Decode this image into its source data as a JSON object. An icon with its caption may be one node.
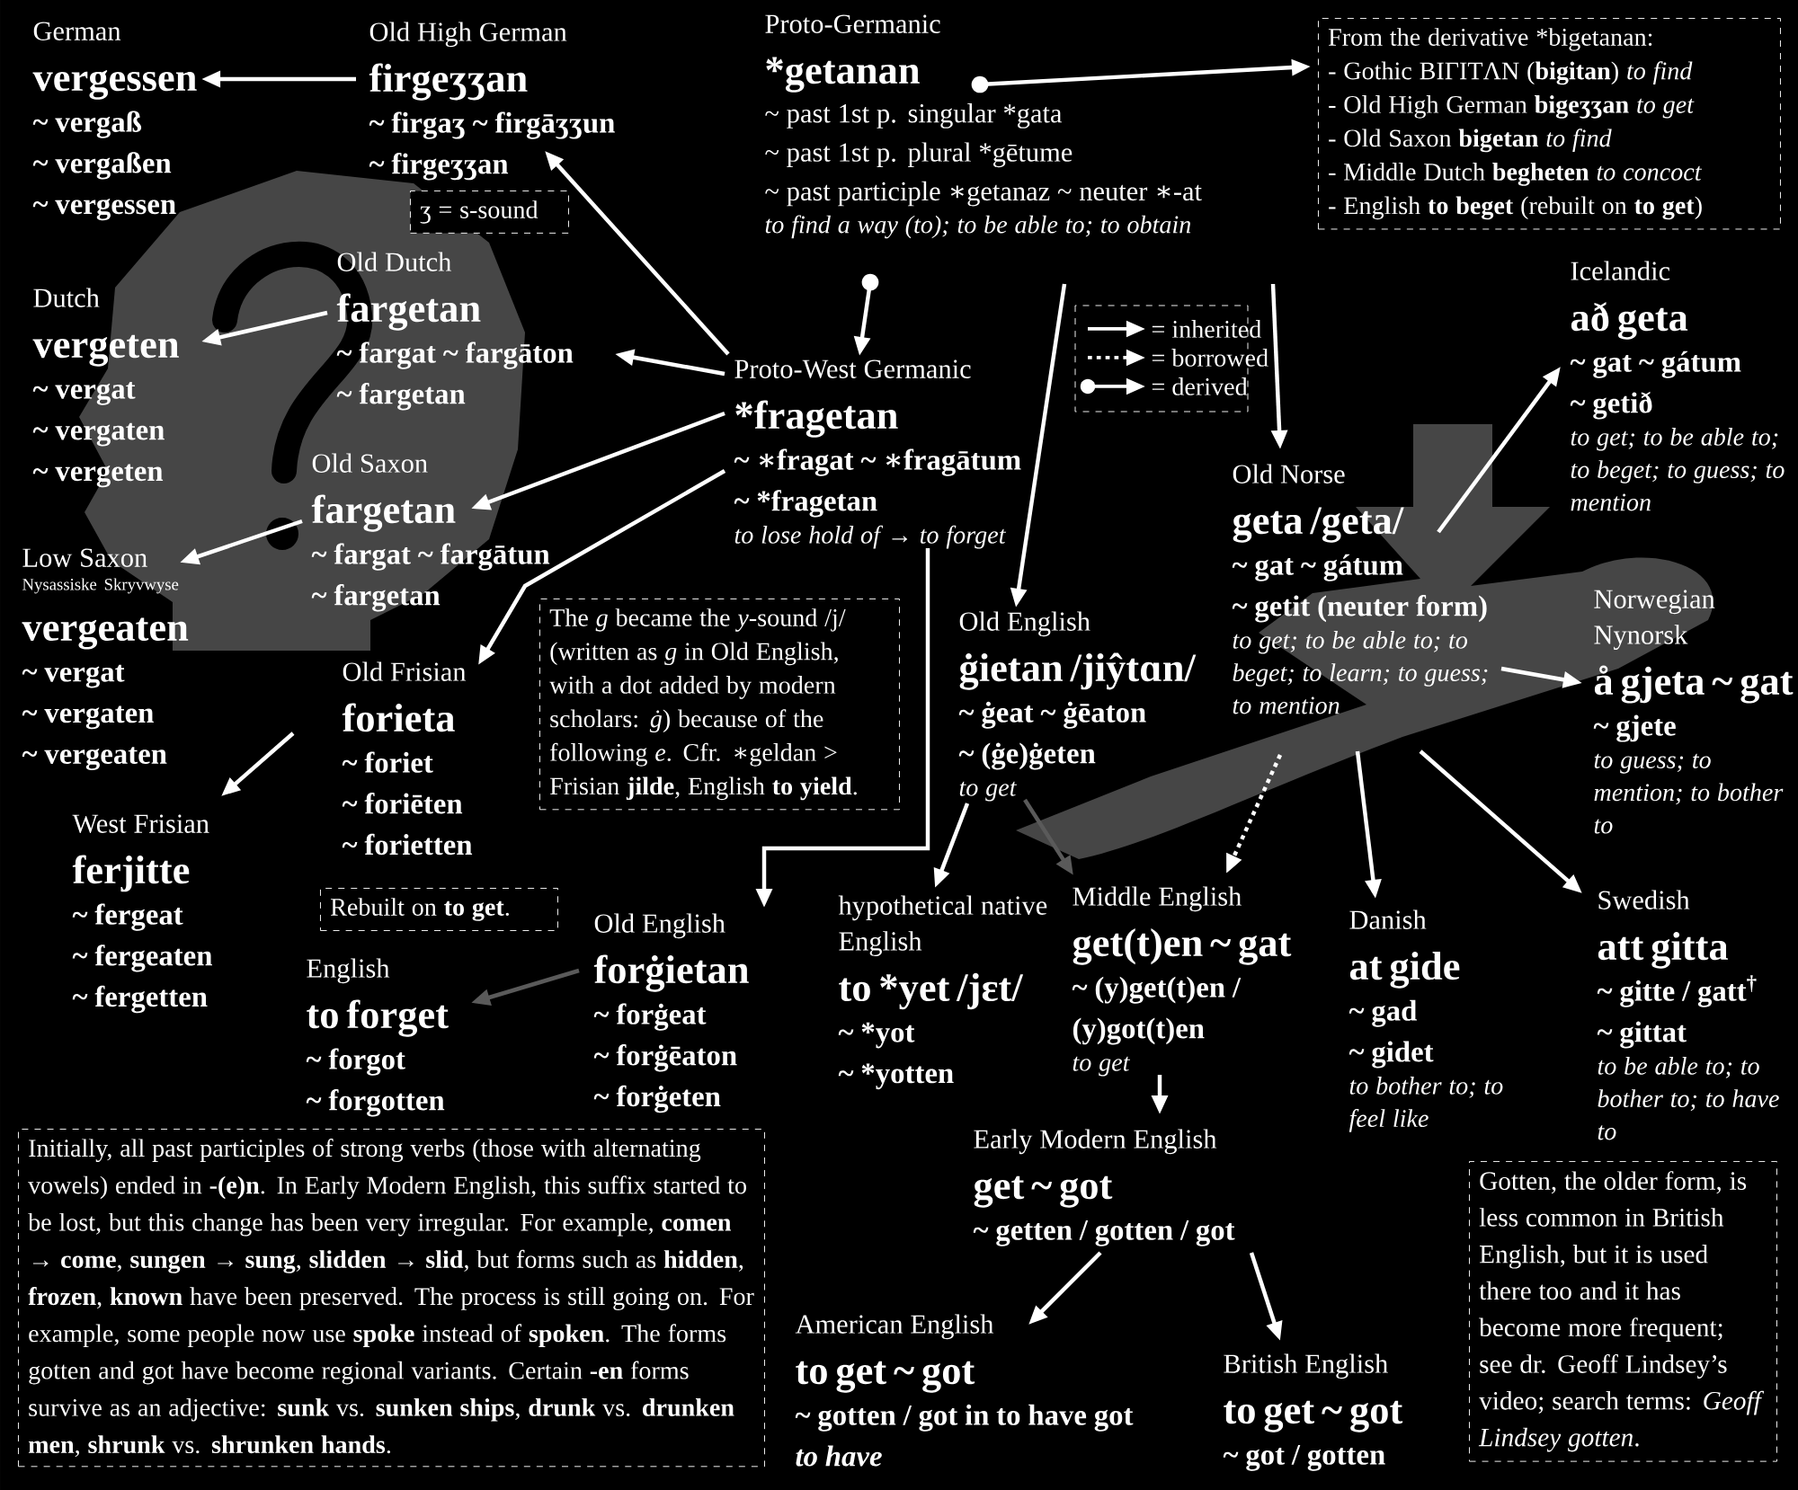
{
  "diagram": {
    "nodes": [
      {
        "text": [
          "German",
          "vergessen",
          "~ vergaß",
          "~ vergaßen",
          "~ vergessen"
        ]
      },
      {
        "text": [
          "Old High German",
          "firgeʒʒan",
          "~ firgaʒ ~ firgāʒʒun",
          "~ firgeʒʒan"
        ]
      },
      {
        "text": [
          "Proto-Germanic",
          "*getanan",
          "~ past 1st p. singular *gata",
          "~ past 1st p. plural *gētume",
          "~ past participle ∗getanaz ~ neuter ∗-at",
          "to find a way (to); to be able to; to obtain"
        ]
      },
      {
        "text": [
          "From the derivative *bigetanan:",
          "- Gothic BIΓITΛN (**bigitan**) *to find*",
          "- Old High German **bigeʒʒan** *to get*",
          "- Old Saxon **bigetan** *to find*",
          "- Middle Dutch **begheten** *to concoct*",
          "- English **to beget** (rebuilt on **to get**)"
        ]
      },
      {
        "text": [
          "ʒ = s-sound"
        ]
      },
      {
        "text": [
          "Old Dutch",
          "fargetan",
          "~ fargat ~ fargāton",
          "~ fargetan"
        ]
      },
      {
        "text": [
          "Dutch",
          "vergeten",
          "~ vergat",
          "~ vergaten",
          "~ vergeten"
        ]
      },
      {
        "text": [
          "Proto-West Germanic",
          "*fragetan",
          "~ ∗fragat ~ ∗fragātum",
          "~ *fragetan",
          "to lose hold of → to forget"
        ]
      },
      {
        "text": [
          "Old Saxon",
          "fargetan",
          "~ fargat ~ fargātun",
          "~ fargetan"
        ]
      },
      {
        "text": [
          "Icelandic",
          "að geta",
          "~ gat ~ gátum",
          "~ getið",
          "to get; to be able to; to beget; to guess; to mention"
        ]
      },
      {
        "text": [
          "Old Norse",
          "geta /geta/",
          "~ gat ~ gátum",
          "~ getit (neuter form)",
          "to get; to be able to; to beget; to learn; to guess; to mention"
        ]
      },
      {
        "text": [
          "Low Saxon",
          "Nysassiske Skryvwyse",
          "vergeaten",
          "~ vergat",
          "~ vergaten",
          "~ vergeaten"
        ]
      },
      {
        "text": [
          "The *g* became the *y*-sound /j/ (written as *g* in Old English, with a dot added by modern scholars: *ġ*) because of the following *e*. Cfr. ∗geldan > Frisian **jilde**, English **to yield**."
        ]
      },
      {
        "text": [
          "Old English",
          "ġietan /jiŷtɑn/",
          "~ ġeat ~ ġēaton",
          "~ (ġe)ġeten",
          "to get"
        ]
      },
      {
        "text": [
          "Norwegian Nynorsk",
          "å gjeta ~ gat",
          "~ gjete",
          "to guess; to mention; to bother to"
        ]
      },
      {
        "text": [
          "Old Frisian",
          "forieta",
          "~ foriet",
          "~ foriēten",
          "~ forietten"
        ]
      },
      {
        "text": [
          "West Frisian",
          "ferjitte",
          "~ fergeat",
          "~ fergeaten",
          "~ fergetten"
        ]
      },
      {
        "text": [
          "Rebuilt on **to get**."
        ]
      },
      {
        "text": [
          "hypothetical native English",
          "to *yet /jɛt/",
          "~ *yot",
          "~ *yotten"
        ]
      },
      {
        "text": [
          "Middle English",
          "get(t)en ~ gat",
          "~ (y)get(t)en / (y)got(t)en",
          "to get"
        ]
      },
      {
        "text": [
          "Danish",
          "at gide",
          "~ gad",
          "~ gidet",
          "to bother to; to feel like"
        ]
      },
      {
        "text": [
          "Swedish",
          "att gitta",
          "~ gitte / gatt$^{†}$",
          "~ gittat",
          "to be able to; to bother to; to have to"
        ]
      },
      {
        "text": [
          "Old English",
          "forġietan",
          "~ forġeat",
          "~ forġēaton",
          "~ forġeten"
        ]
      },
      {
        "text": [
          "English",
          "to forget",
          "~ forgot",
          "~ forgotten"
        ]
      },
      {
        "text": [
          "Initially, all past participles of strong verbs (those with alternating vowels) ended in **-(e)n**. In Early Modern English, this suffix started to be lost, but this change has been very irregular. For example, **comen** → **come**, **sungen** → **sung**, **slidden** → **slid**, but forms such as **hidden**, **frozen**, **known** have been preserved. The process is still going on. For example, some people now use **spoke** instead of **spoken**. The forms gotten and got have become regional variants. Certain **-en** forms survive as an adjective: **sunk** vs. **sunken ships**, **drunk** vs. **drunken men**, **shrunk** vs. **shrunken hands**."
        ]
      },
      {
        "text": [
          "Early Modern English",
          "get ~ got",
          "~ getten / gotten / got"
        ]
      },
      {
        "text": [
          "Gotten, the older form, is less common in British English, but it is used there too and it has become more frequent; see dr. Geoff Lindsey’s video; search terms: *Geoff Lindsey gotten*."
        ]
      },
      {
        "text": [
          "American English",
          "to get ~ got",
          "~ gotten / got in **to have** got *to have*"
        ]
      },
      {
        "text": [
          "British English",
          "to get ~ got",
          "~ got / gotten"
        ]
      }
    ],
    "edges": [
      {
        "from": 2,
        "to": 7,
        "arrow": "to"
      },
      {
        "from": 2,
        "to": 3,
        "arrow": "to"
      },
      {
        "from": 7,
        "to": 1,
        "arrow": "to"
      },
      {
        "from": 1,
        "to": 0,
        "arrow": "to"
      },
      {
        "from": 7,
        "to": 5,
        "arrow": "to"
      },
      {
        "from": 5,
        "to": 6,
        "arrow": "to"
      },
      {
        "from": 7,
        "to": 8,
        "arrow": "to"
      },
      {
        "from": 8,
        "to": 11,
        "arrow": "to"
      },
      {
        "from": 7,
        "to": 15,
        "arrow": "to"
      },
      {
        "from": 15,
        "to": 16,
        "arrow": "to"
      },
      {
        "from": 7,
        "to": 22,
        "arrow": "to"
      },
      {
        "from": 22,
        "to": 23,
        "arrow": "to",
        "color": "#5a5a5a"
      },
      {
        "from": 2,
        "to": 13,
        "arrow": "to"
      },
      {
        "from": 2,
        "to": 10,
        "arrow": "to"
      },
      {
        "from": 10,
        "to": 9,
        "arrow": "to"
      },
      {
        "from": 10,
        "to": 14,
        "arrow": "to"
      },
      {
        "from": 10,
        "to": 20,
        "arrow": "to"
      },
      {
        "from": 10,
        "to": 21,
        "arrow": "to"
      },
      {
        "from": 10,
        "to": 19,
        "arrow": "to",
        "style": "dashed"
      },
      {
        "from": 13,
        "to": 18,
        "arrow": "to"
      },
      {
        "from": 13,
        "to": 19,
        "arrow": "to",
        "color": "#5a5a5a"
      },
      {
        "from": 19,
        "to": 25,
        "arrow": "to"
      },
      {
        "from": 25,
        "to": 27,
        "arrow": "to"
      },
      {
        "from": 25,
        "to": 28,
        "arrow": "to"
      }
    ],
    "legend": [
      {
        "text": "= inherited"
      },
      {
        "text": "= borrowed"
      },
      {
        "text": "= derived"
      }
    ]
  }
}
